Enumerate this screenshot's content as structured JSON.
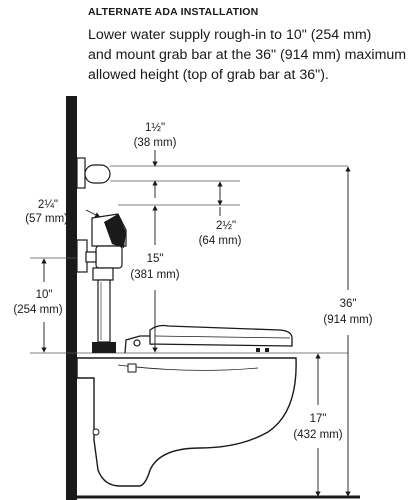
{
  "heading": "ALTERNATE ADA INSTALLATION",
  "description": [
    "Lower water supply rough-in to 10\" (254 mm)",
    "and mount grab bar at the 36\" (914 mm) maximum",
    "allowed height (top of grab bar at 36\")."
  ],
  "dimensions": {
    "grab_bar_offset": {
      "in": "1½\"",
      "mm": "(38 mm)"
    },
    "valve_offset": {
      "in": "2¼\"",
      "mm": "(57 mm)"
    },
    "bar_to_valve": {
      "in": "2½\"",
      "mm": "(64 mm)"
    },
    "valve_to_seat": {
      "in": "15\"",
      "mm": "(381 mm)"
    },
    "supply_height": {
      "in": "10\"",
      "mm": "(254 mm)"
    },
    "grab_bar_height": {
      "in": "36\"",
      "mm": "(914 mm)"
    },
    "seat_height": {
      "in": "17\"",
      "mm": "(432 mm)"
    }
  }
}
